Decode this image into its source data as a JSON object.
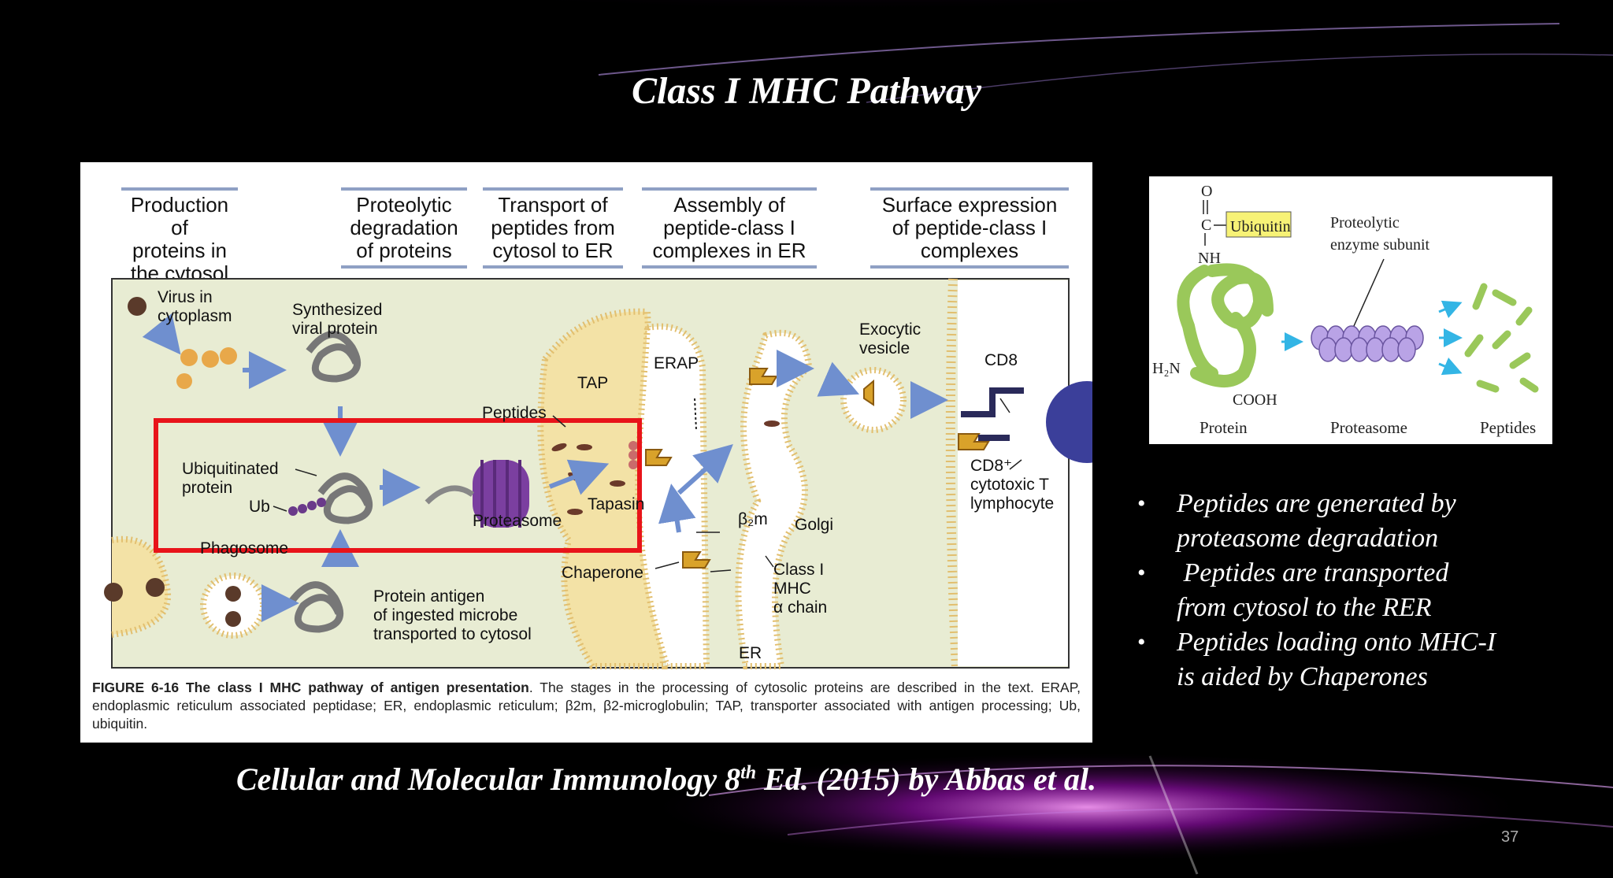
{
  "slide": {
    "title": "Class I MHC Pathway",
    "page_number": "37"
  },
  "figure": {
    "stages": [
      [
        "Production of",
        "proteins in",
        "the cytosol"
      ],
      [
        "Proteolytic",
        "degradation",
        "of proteins"
      ],
      [
        "Transport of",
        "peptides from",
        "cytosol to ER"
      ],
      [
        "Assembly of",
        "peptide-class I",
        "complexes in ER"
      ],
      [
        "Surface expression",
        "of peptide-class I",
        "complexes"
      ]
    ],
    "labels": {
      "virus_l1": "Virus in",
      "virus_l2": "cytoplasm",
      "synth_l1": "Synthesized",
      "synth_l2": "viral protein",
      "ubiq_l1": "Ubiquitinated",
      "ubiq_l2": "protein",
      "ub": "Ub",
      "phagosome": "Phagosome",
      "antigen_l1": "Protein antigen",
      "antigen_l2": "of ingested microbe",
      "antigen_l3": "transported to cytosol",
      "peptides": "Peptides",
      "proteasome": "Proteasome",
      "tap": "TAP",
      "erap": "ERAP",
      "tapasin": "Tapasin",
      "beta2m": "β₂m",
      "golgi": "Golgi",
      "chaperone": "Chaperone",
      "classi_l1": "Class I",
      "classi_l2": "MHC",
      "classi_l3": "α chain",
      "er": "ER",
      "exocytic_l1": "Exocytic",
      "exocytic_l2": "vesicle",
      "cd8": "CD8",
      "ctl_l1": "CD8⁺",
      "ctl_l2": "cytotoxic T",
      "ctl_l3": "lymphocyte"
    },
    "caption": {
      "figure_label": "FIGURE 6-16",
      "bold_title": "The class I MHC pathway of antigen presentation",
      "text": ". The stages in the processing of cytosolic proteins are described in the text. ERAP, endoplasmic reticulum associated peptidase; ER, endoplasmic reticulum; β2m, β2-microglobulin; TAP, transporter associated with antigen processing; Ub, ubiquitin."
    }
  },
  "inset": {
    "o": "O",
    "c": "C",
    "nh": "NH",
    "h2n": "H₂N",
    "cooh": "COOH",
    "ubiquitin": "Ubiquitin",
    "enzyme_l1": "Proteolytic",
    "enzyme_l2": "enzyme subunit",
    "protein": "Protein",
    "proteasome": "Proteasome",
    "peptides": "Peptides"
  },
  "bullets": [
    [
      "Peptides are generated by",
      "proteasome degradation"
    ],
    [
      " Peptides are transported",
      "from cytosol to the RER"
    ],
    [
      "Peptides loading onto MHC-I",
      "is aided by Chaperones"
    ]
  ],
  "citation": {
    "before_sup": "Cellular and Molecular Immunology 8",
    "sup": "th",
    "after_sup": " Ed. (2015) by Abbas et al."
  },
  "colors": {
    "highlight_box": "#e8141a",
    "glow": "#c326d8",
    "membrane": "#e6c47a",
    "proteasome": "#7b3fa0"
  }
}
